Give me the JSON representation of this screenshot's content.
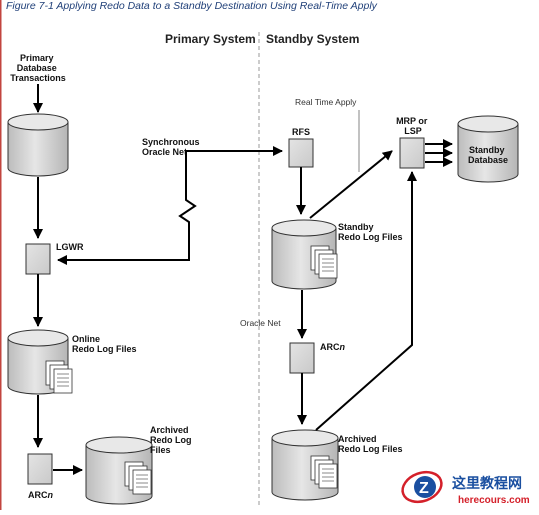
{
  "caption": "Figure 7-1 Applying Redo Data to a Standby Destination Using Real-Time Apply",
  "headers": {
    "primary": "Primary System",
    "standby": "Standby System"
  },
  "labels": {
    "primary_tx": [
      "Primary",
      "Database",
      "Transactions"
    ],
    "lgwr": "LGWR",
    "online_logs": [
      "Online",
      "Redo Log Files"
    ],
    "archived_logs_primary": [
      "Archived",
      "Redo Log",
      "Files"
    ],
    "arc_primary": {
      "prefix": "ARC",
      "suffix": "n"
    },
    "sync_net": [
      "Synchronous",
      "Oracle Net"
    ],
    "real_time_apply": "Real Time Apply",
    "rfs": "RFS",
    "mrp": [
      "MRP or",
      "LSP"
    ],
    "standby_db": [
      "Standby",
      "Database"
    ],
    "standby_logs": [
      "Standby",
      "Redo Log Files"
    ],
    "oracle_net": "Oracle Net",
    "arc_standby": {
      "prefix": "ARC",
      "suffix": "n"
    },
    "archived_logs_standby": [
      "Archived",
      "Redo Log Files"
    ]
  },
  "watermark": {
    "title": "这里教程网",
    "url": "herecours.com"
  },
  "colors": {
    "box_fill": "#d9d9d9",
    "cyl_fill": "#cfcfcf",
    "arrow": "#000000",
    "caption": "#1f3f78",
    "divider": "#999999",
    "watermark_red": "#d4202a",
    "watermark_blue": "#1a4fa0"
  }
}
